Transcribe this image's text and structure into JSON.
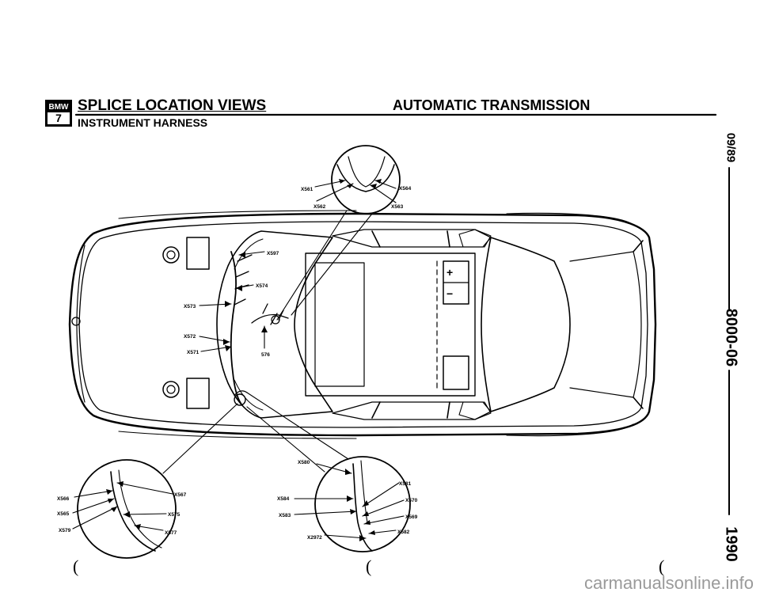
{
  "header": {
    "badge_top": "BMW",
    "badge_bottom": "7",
    "title": "SPLICE LOCATION VIEWS",
    "section": "AUTOMATIC TRANSMISSION",
    "subtitle": "INSTRUMENT HARNESS"
  },
  "side_margin": {
    "date": "09/89",
    "page_number": "8000-06",
    "year": "1990"
  },
  "labels": {
    "x561": "X561",
    "x564": "X564",
    "x562": "X562",
    "x563": "X563",
    "x597": "X597",
    "x574": "X574",
    "x573": "X573",
    "x572": "X572",
    "x571": "X571",
    "s576": "576",
    "x566": "X566",
    "x565": "X565",
    "x579": "X579",
    "x567": "X567",
    "x575": "X575",
    "x577": "X577",
    "x580": "X580",
    "x581": "X581",
    "x584": "X584",
    "x570": "X570",
    "x583": "X583",
    "x569": "X569",
    "x582": "X582",
    "x2972": "X2972"
  },
  "battery": {
    "plus": "+",
    "minus": "−"
  },
  "scan_marks": [
    "(",
    "(",
    "("
  ],
  "footer": "carmanualsonline.info"
}
